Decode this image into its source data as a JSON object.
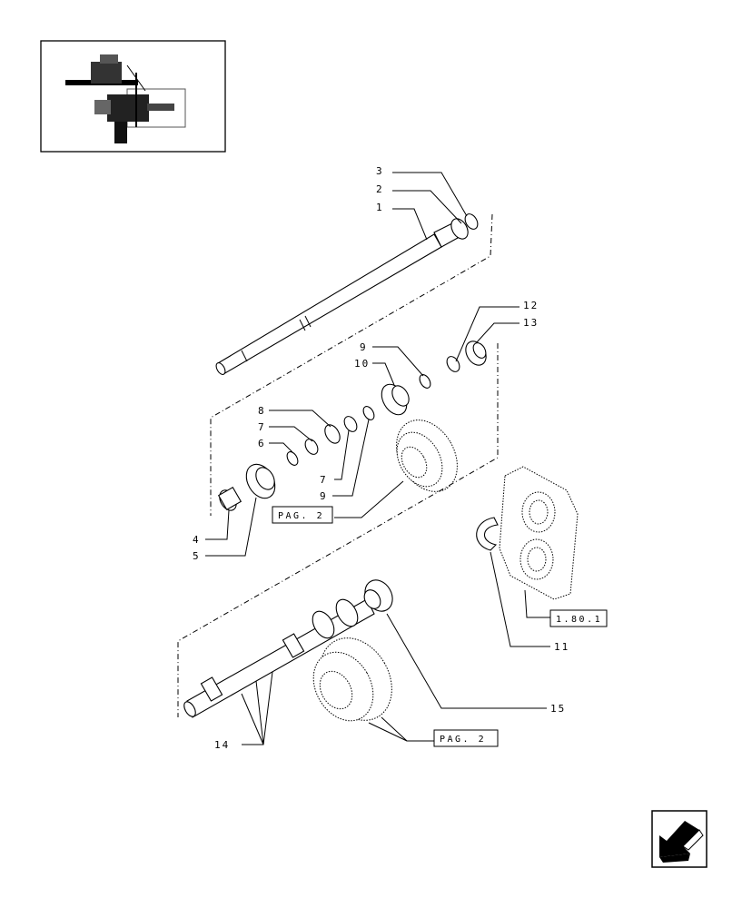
{
  "callouts": [
    {
      "label": "3"
    },
    {
      "label": "2"
    },
    {
      "label": "1"
    },
    {
      "label": "12"
    },
    {
      "label": "13"
    },
    {
      "label": "9"
    },
    {
      "label": "10"
    },
    {
      "label": "8"
    },
    {
      "label": "7"
    },
    {
      "label": "6"
    },
    {
      "label": "7"
    },
    {
      "label": "9"
    },
    {
      "label": "4"
    },
    {
      "label": "5"
    },
    {
      "label": "11"
    },
    {
      "label": "15"
    },
    {
      "label": "14"
    }
  ],
  "references": [
    {
      "label": "PAG. 2"
    },
    {
      "label": "1.80.1"
    },
    {
      "label": "PAG. 2"
    }
  ],
  "icons": {
    "thumbnail": "transmission-thumbnail-icon",
    "nav": "previous-page-arrow-icon"
  }
}
